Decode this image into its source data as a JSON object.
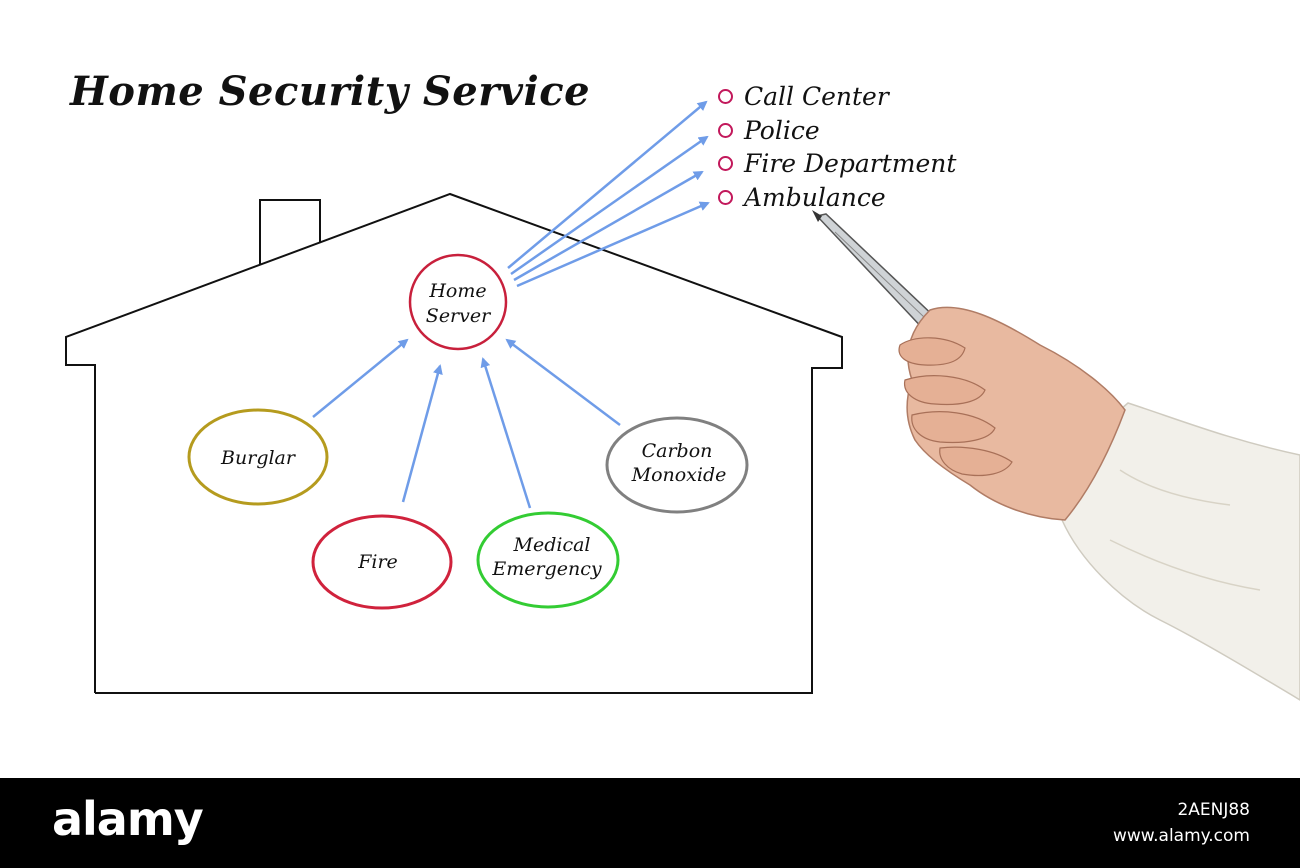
{
  "title": "Home Security Service",
  "server": {
    "line1": "Home",
    "line2": "Server",
    "color": "#c8203c"
  },
  "sources": [
    {
      "id": "burglar",
      "line1": "Burglar",
      "line2": "",
      "color": "#b59b1e"
    },
    {
      "id": "fire",
      "line1": "Fire",
      "line2": "",
      "color": "#d0223c"
    },
    {
      "id": "medical",
      "line1": "Medical",
      "line2": "Emergency",
      "color": "#33cc33"
    },
    {
      "id": "carbon",
      "line1": "Carbon",
      "line2": "Monoxide",
      "color": "#808080"
    }
  ],
  "destinations": [
    "Call Center",
    "Police",
    "Fire Department",
    "Ambulance"
  ],
  "colors": {
    "arrow": "#6f9ce8",
    "bullet": "#c2185b",
    "house": "#111111"
  },
  "footer": {
    "logo": "alamy",
    "image_id": "2AENJ88",
    "url": "www.alamy.com"
  }
}
